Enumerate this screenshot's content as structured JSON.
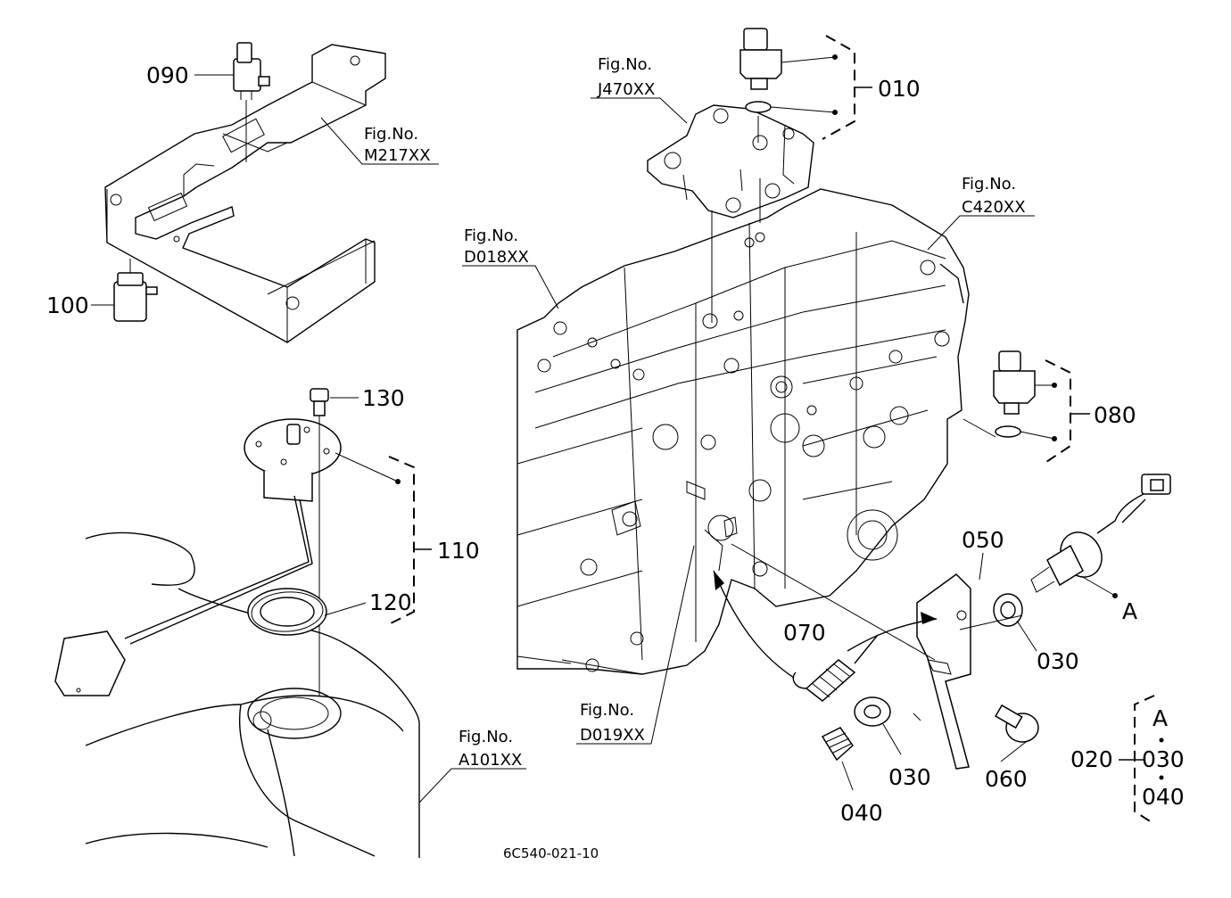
{
  "callouts": {
    "p090": "090",
    "p100": "100",
    "p130": "130",
    "p110": "110",
    "p120": "120",
    "p010": "010",
    "p080": "080",
    "p050": "050",
    "p030a": "030",
    "p070": "070",
    "p030b": "030",
    "p040": "040",
    "p060": "060",
    "p020": "020",
    "markA": "A",
    "legA": "A",
    "leg030": "030",
    "leg040": "040"
  },
  "figure_refs": {
    "m217_label": "Fig.No.",
    "m217_code": "M217XX",
    "j470_label": "Fig.No.",
    "j470_code": "J470XX",
    "c420_label": "Fig.No.",
    "c420_code": "C420XX",
    "d018_label": "Fig.No.",
    "d018_code": "D018XX",
    "d019_label": "Fig.No.",
    "d019_code": "D019XX",
    "a101_label": "Fig.No.",
    "a101_code": "A101XX"
  },
  "drawing_code": "6C540-021-10"
}
